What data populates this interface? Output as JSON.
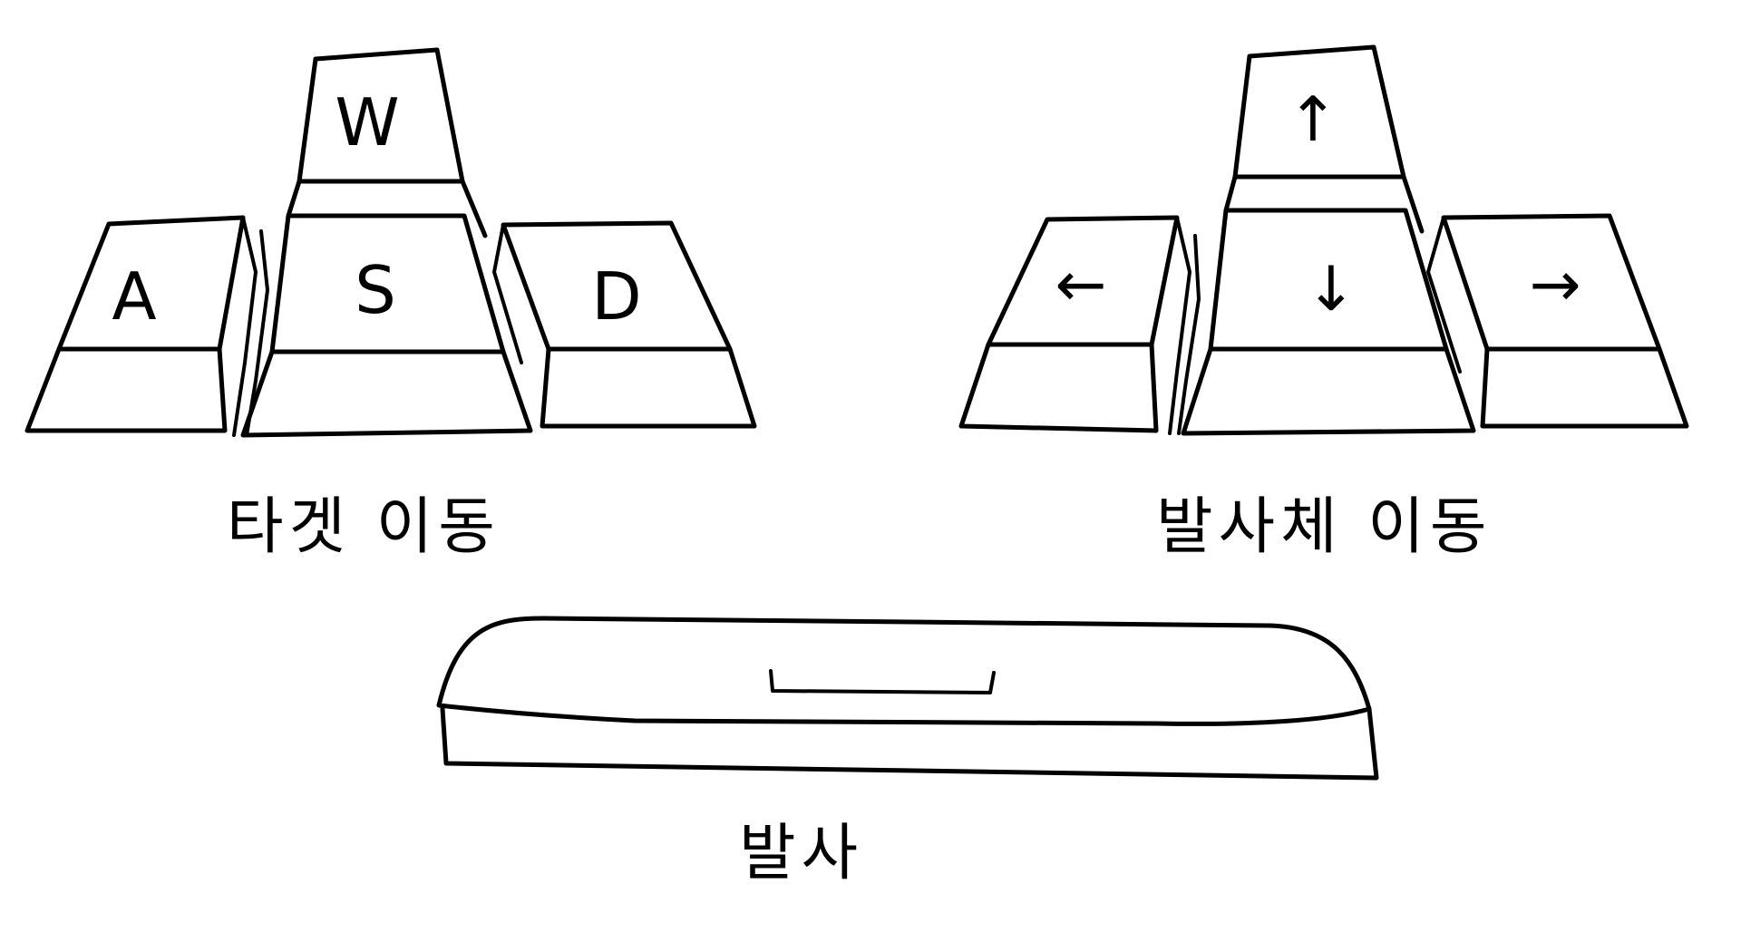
{
  "wasd_group": {
    "keys": {
      "w": "W",
      "a": "A",
      "s": "S",
      "d": "D"
    },
    "caption": "타겟 이동"
  },
  "arrow_group": {
    "keys": {
      "up": "↑",
      "left": "←",
      "down": "↓",
      "right": "→"
    },
    "icons": [
      "arrow-up-icon",
      "arrow-left-icon",
      "arrow-down-icon",
      "arrow-right-icon"
    ],
    "caption": "발사체 이동"
  },
  "spacebar_group": {
    "icon": "space-bar-icon",
    "caption": "발사"
  },
  "colors": {
    "ink": "#000000",
    "paper": "#ffffff"
  }
}
